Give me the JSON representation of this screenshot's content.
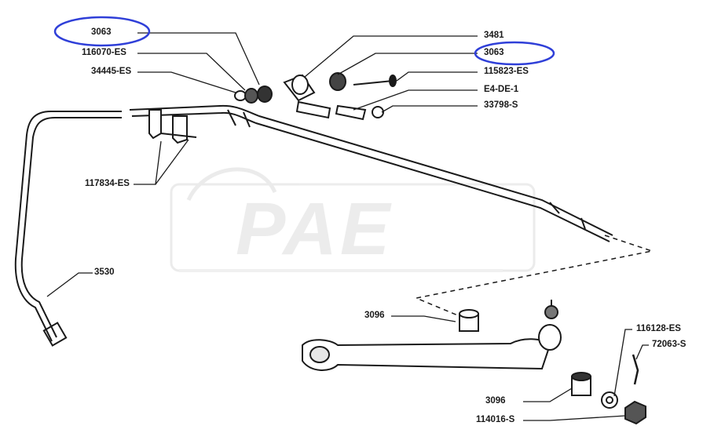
{
  "diagram": {
    "labels": {
      "l3063_top": "3063",
      "l116070": "116070-ES",
      "l34445": "34445-ES",
      "l3481": "3481",
      "l3063_right": "3063",
      "l115823": "115823-ES",
      "le4de1": "E4-DE-1",
      "l33798": "33798-S",
      "l117834": "117834-ES",
      "l3530": "3530",
      "l3096_top": "3096",
      "l116128": "116128-ES",
      "l72063": "72063-S",
      "l3096_bottom": "3096",
      "l114016": "114016-S"
    },
    "watermark": "PAE",
    "highlight_color": "#2f3fd8",
    "line_color": "#1a1a1a"
  }
}
